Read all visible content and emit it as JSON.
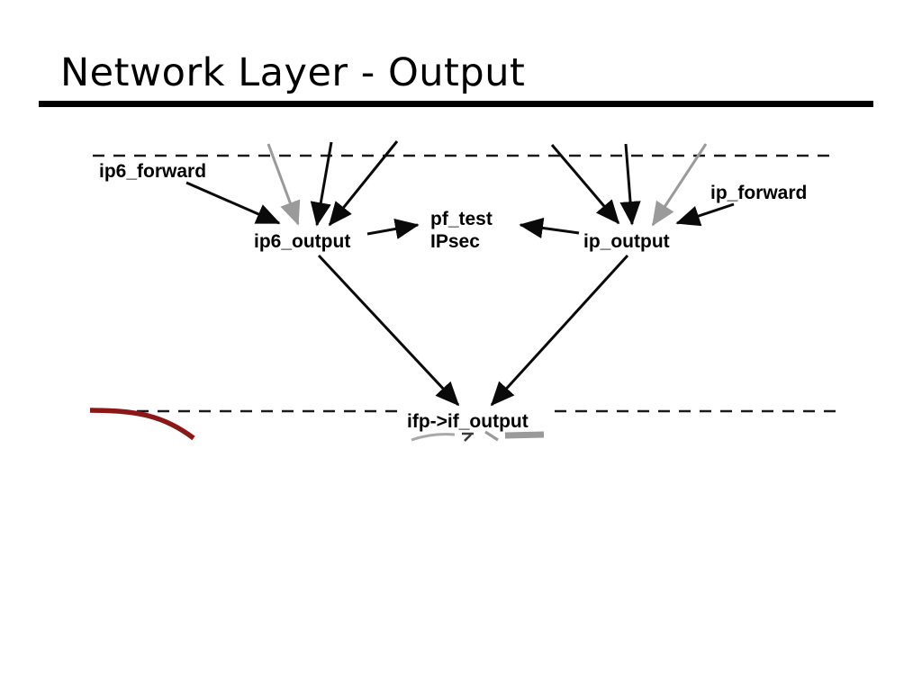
{
  "slide": {
    "title": "Network Layer - Output"
  },
  "diagram": {
    "nodes": {
      "ip6_forward": {
        "label": "ip6_forward"
      },
      "ip_forward": {
        "label": "ip_forward"
      },
      "ip6_output": {
        "label": "ip6_output"
      },
      "ip_output": {
        "label": "ip_output"
      },
      "pf_test": {
        "label": "pf_test"
      },
      "ipsec": {
        "label": "IPsec"
      },
      "if_output": {
        "label": "ifp->if_output"
      }
    },
    "edges": [
      {
        "from": "ip6_forward",
        "to": "ip6_output",
        "style": "black"
      },
      {
        "from": "upper-layer",
        "to": "ip6_output",
        "style": "gray"
      },
      {
        "from": "upper-layer",
        "to": "ip6_output",
        "style": "black"
      },
      {
        "from": "upper-layer",
        "to": "ip6_output",
        "style": "black"
      },
      {
        "from": "ip6_output",
        "to": "pf_test",
        "style": "black"
      },
      {
        "from": "ip_output",
        "to": "pf_test",
        "style": "black"
      },
      {
        "from": "upper-layer",
        "to": "ip_output",
        "style": "black"
      },
      {
        "from": "upper-layer",
        "to": "ip_output",
        "style": "black"
      },
      {
        "from": "upper-layer",
        "to": "ip_output",
        "style": "gray"
      },
      {
        "from": "ip_forward",
        "to": "ip_output",
        "style": "black"
      },
      {
        "from": "ip6_output",
        "to": "if_output",
        "style": "black"
      },
      {
        "from": "ip_output",
        "to": "if_output",
        "style": "black"
      }
    ],
    "colors": {
      "line_black": "#0a0a0a",
      "line_gray": "#9a9a9a",
      "curve_dark_red": "#8b1717",
      "text": "#000000",
      "background": "#ffffff"
    }
  }
}
